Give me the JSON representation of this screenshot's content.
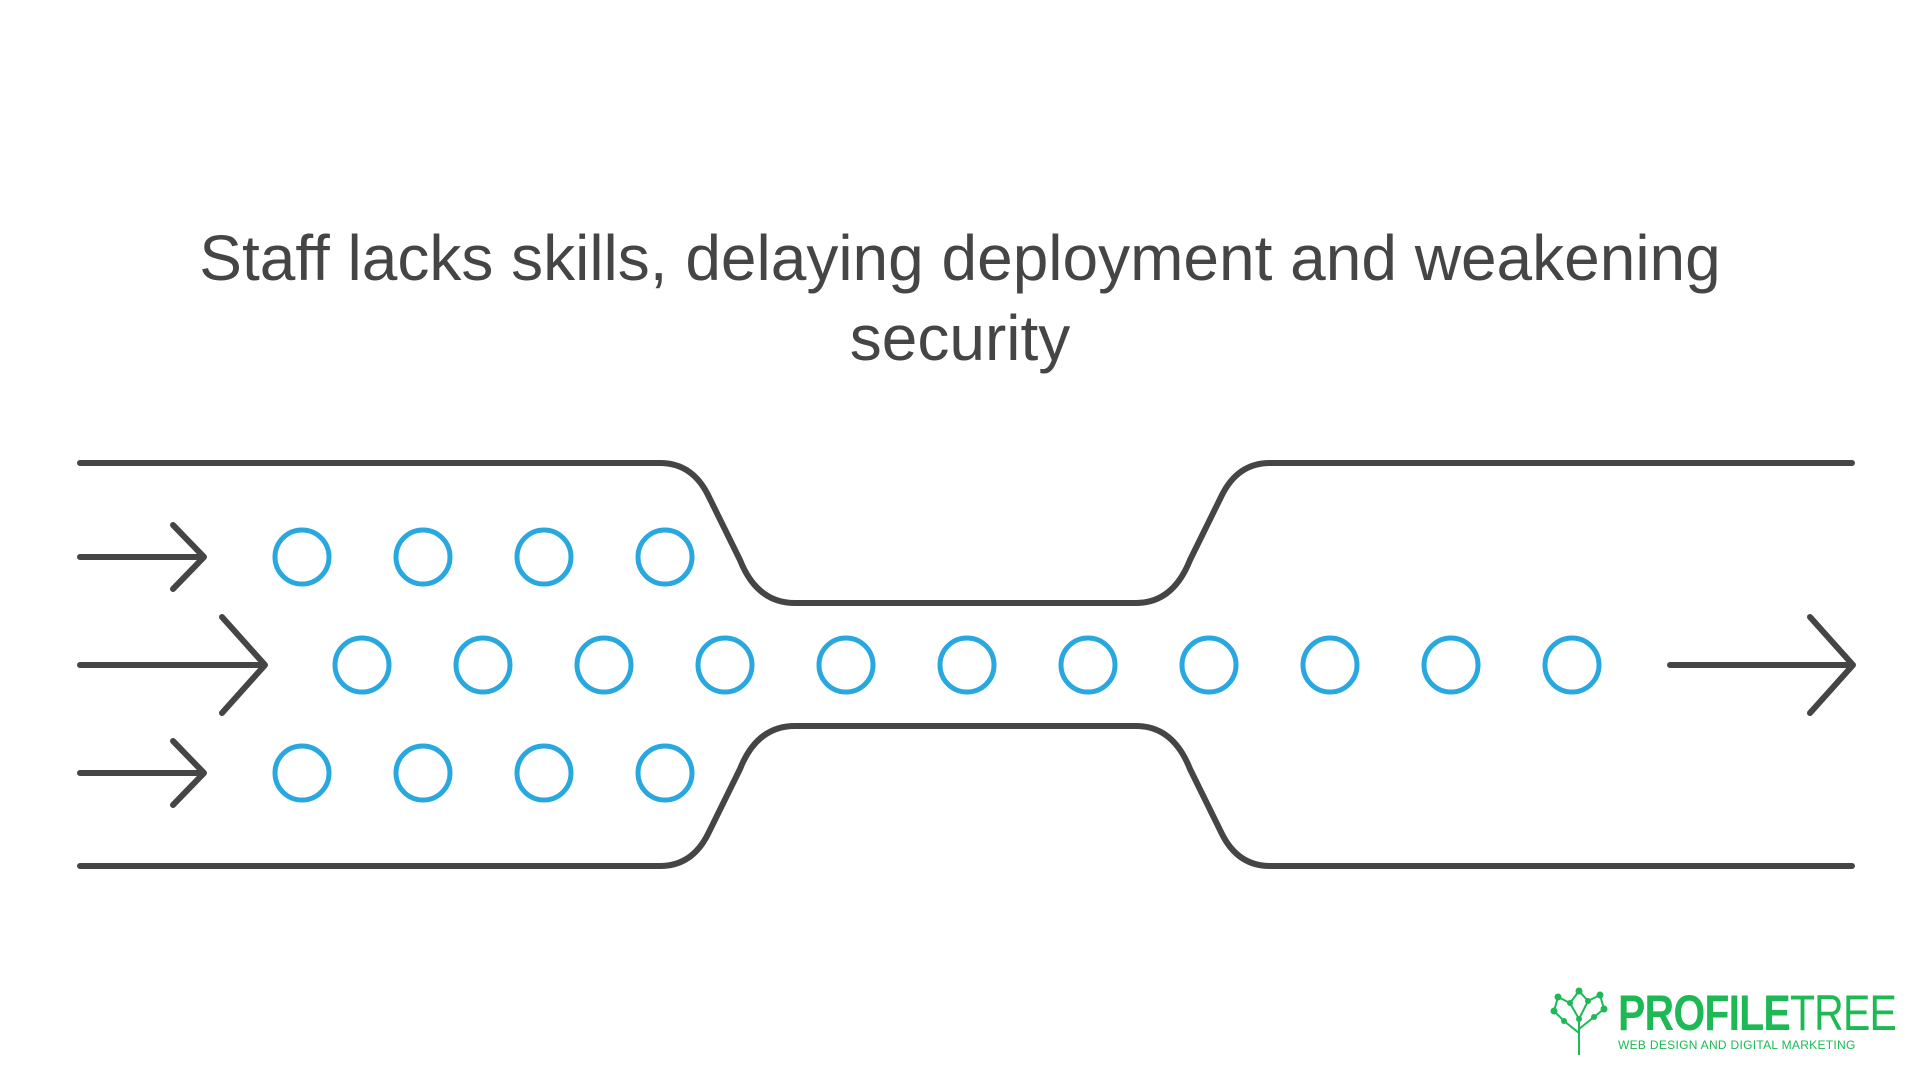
{
  "title": {
    "line1": "Staff lacks skills, delaying deployment and weakening",
    "line2": "security"
  },
  "diagram": {
    "rows": [
      {
        "circles": 4
      },
      {
        "circles": 11
      },
      {
        "circles": 4
      }
    ],
    "stroke_color": "#454545",
    "circle_color": "#29a8df"
  },
  "logo": {
    "name_bold": "PROFILE",
    "name_light": "TREE",
    "tagline": "WEB DESIGN AND DIGITAL MARKETING",
    "color": "#1db954"
  }
}
